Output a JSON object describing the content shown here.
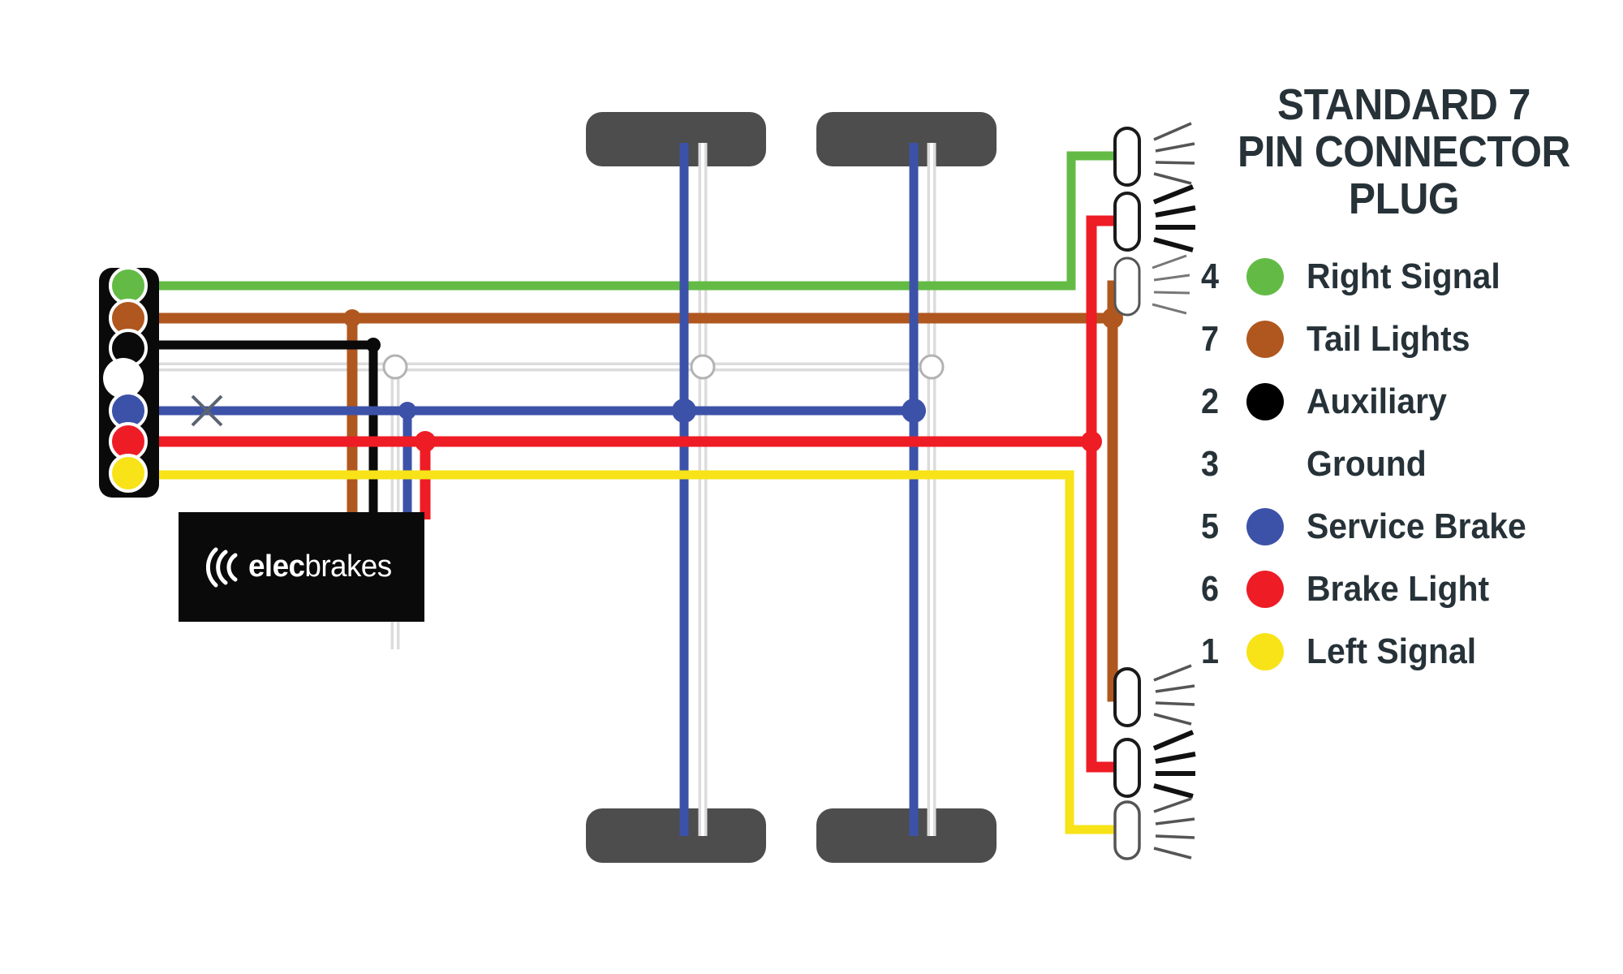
{
  "legend": {
    "title_lines": [
      "STANDARD 7",
      "PIN CONNECTOR",
      "PLUG"
    ],
    "title_full": "STANDARD 7 PIN CONNECTOR PLUG",
    "items": [
      {
        "pin": "4",
        "label": "Right Signal",
        "color": "#63bb46",
        "has_dot": true
      },
      {
        "pin": "7",
        "label": "Tail Lights",
        "color": "#b0571f",
        "has_dot": true
      },
      {
        "pin": "2",
        "label": "Auxiliary",
        "color": "#000000",
        "has_dot": true
      },
      {
        "pin": "3",
        "label": "Ground",
        "color": "#ffffff",
        "has_dot": false
      },
      {
        "pin": "5",
        "label": "Service Brake",
        "color": "#3c52a8",
        "has_dot": true
      },
      {
        "pin": "6",
        "label": "Brake Light",
        "color": "#ee1c25",
        "has_dot": true
      },
      {
        "pin": "1",
        "label": "Left Signal",
        "color": "#f7e318",
        "has_dot": true
      }
    ]
  },
  "brand": {
    "name_bold": "elec",
    "name_light": "brakes",
    "full_name": "elecbrakes",
    "box_color": "#0a0a0a",
    "text_color": "#ffffff"
  },
  "connector": {
    "body_color": "#0a0a0a",
    "pins": [
      {
        "name": "right-signal",
        "color": "#63bb46"
      },
      {
        "name": "tail-lights",
        "color": "#b0571f"
      },
      {
        "name": "auxiliary",
        "color": "#0a0a0a"
      },
      {
        "name": "ground",
        "color": "#ffffff"
      },
      {
        "name": "service-brake",
        "color": "#3c52a8"
      },
      {
        "name": "brake-light",
        "color": "#ee1c25"
      },
      {
        "name": "left-signal",
        "color": "#f7e318"
      }
    ]
  },
  "diagram": {
    "wheel_color": "#4d4d4d",
    "wheels": [
      "front-left",
      "front-right",
      "rear-left",
      "rear-right"
    ],
    "lamp_clusters": [
      {
        "name": "upper-light-cluster",
        "lamps": [
          "right-signal-lamp",
          "brake-light-lamp",
          "tail-light-lamp"
        ]
      },
      {
        "name": "lower-light-cluster",
        "lamps": [
          "tail-light-lamp",
          "brake-light-lamp",
          "left-signal-lamp"
        ]
      }
    ],
    "wire_colors": {
      "green": "#63bb46",
      "brown": "#b0571f",
      "black": "#0a0a0a",
      "white": "#dcdcdc",
      "blue": "#3c52a8",
      "red": "#ee1c25",
      "yellow": "#f7e318"
    },
    "crossed_marker": "x-cross-mark"
  }
}
